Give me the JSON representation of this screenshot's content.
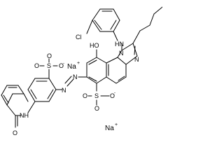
{
  "molecule": {
    "labels": {
      "cl": "Cl",
      "nh_top": "HN",
      "n1": "N",
      "n3": "N",
      "oh": "HO",
      "sulfonate_right_s": "S",
      "sulfonate_right_o1": "O",
      "sulfonate_right_o2": "O",
      "sulfonate_right_o3": "O",
      "sulfonate_left_s": "S",
      "sulfonate_left_o1": "O",
      "sulfonate_left_o2": "O",
      "sulfonate_left_o3": "O",
      "azo_n1": "N",
      "azo_n2": "N",
      "amide_nh": "NH",
      "amide_o": "O",
      "minus": "-"
    },
    "counterions": [
      {
        "symbol": "Na",
        "charge": "+"
      },
      {
        "symbol": "Na",
        "charge": "+"
      }
    ]
  }
}
